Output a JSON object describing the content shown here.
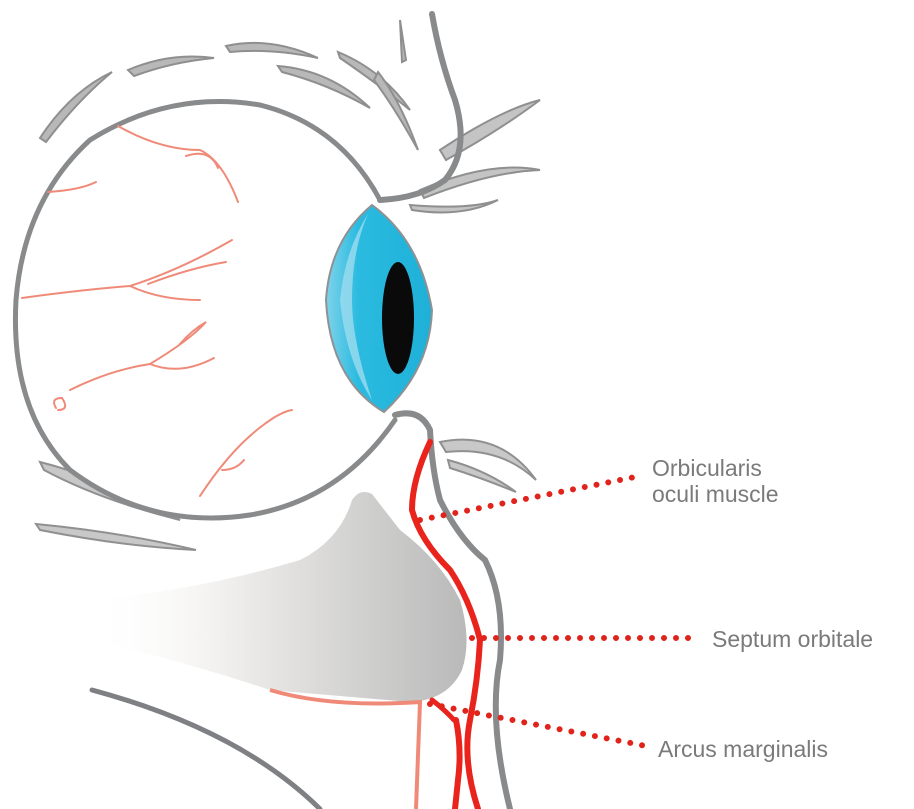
{
  "labels": {
    "orbicularis_line1": "Orbicularis",
    "orbicularis_line2": "oculi muscle",
    "septum": "Septum orbitale",
    "arcus": "Arcus marginalis"
  },
  "colors": {
    "outline": "#888a8c",
    "vessel": "#f08a78",
    "iris": "#2bbbe0",
    "pupil": "#0a0a0a",
    "red_structure": "#e8241c",
    "leader_dots": "#e0241c",
    "fat_pad": "#bdbdbd",
    "label_text": "#7a7a7a"
  }
}
